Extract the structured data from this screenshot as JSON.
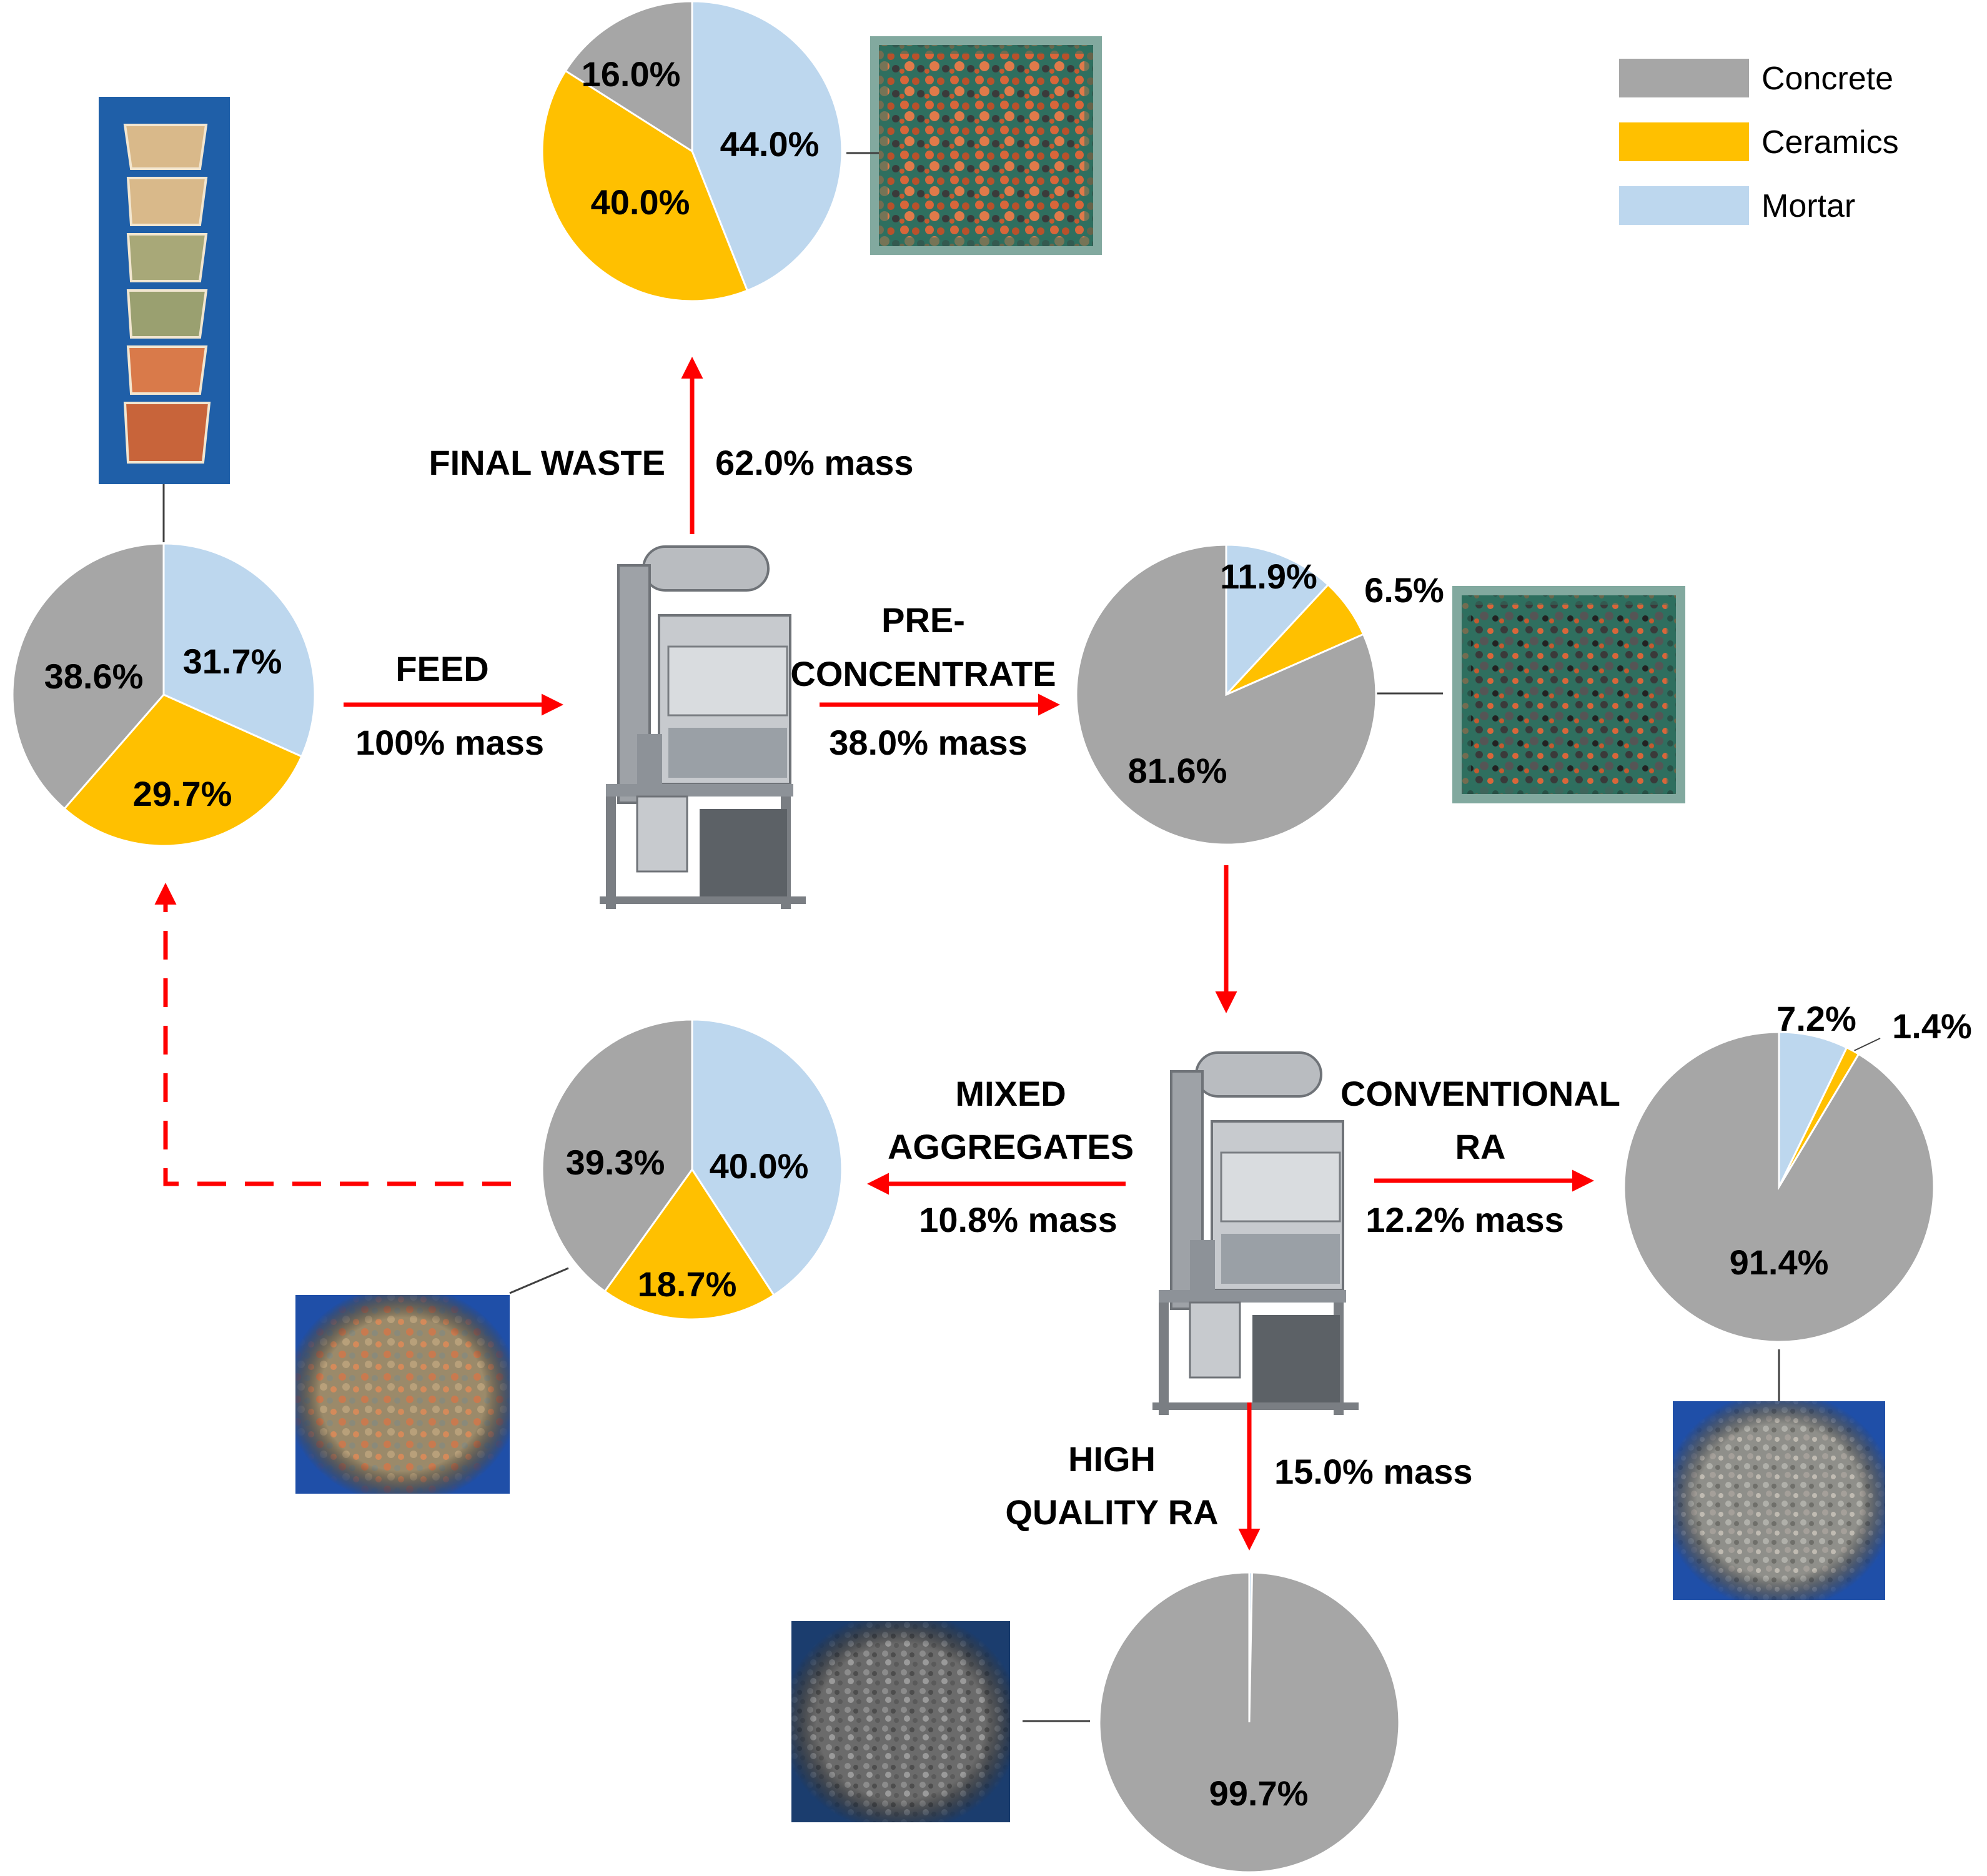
{
  "colors": {
    "concrete": "#A6A6A6",
    "ceramics": "#FFC000",
    "mortar": "#BDD7EE",
    "arrow": "#FF0000",
    "leader": "#404040"
  },
  "legend": [
    {
      "name": "Concrete",
      "color": "#A6A6A6"
    },
    {
      "name": "Ceramics",
      "color": "#FFC000"
    },
    {
      "name": "Mortar",
      "color": "#BDD7EE"
    }
  ],
  "flows": {
    "feed": {
      "title": "FEED",
      "mass": "100% mass"
    },
    "final_waste": {
      "title": "FINAL WASTE",
      "mass": "62.0% mass"
    },
    "pre_concentrate": {
      "title_line1": "PRE-",
      "title_line2": "CONCENTRATE",
      "mass": "38.0% mass"
    },
    "mixed_aggregates": {
      "title_line1": "MIXED",
      "title_line2": "AGGREGATES",
      "mass": "10.8% mass"
    },
    "conventional_ra": {
      "title_line1": "CONVENTIONAL",
      "title_line2": "RA",
      "mass": "12.2% mass"
    },
    "high_quality_ra": {
      "title_line1": "HIGH",
      "title_line2": "QUALITY RA",
      "mass": "15.0% mass"
    }
  },
  "chart_data": [
    {
      "type": "pie",
      "id": "feed",
      "slices": [
        {
          "category": "Mortar",
          "value": 31.7,
          "label": "31.7%"
        },
        {
          "category": "Ceramics",
          "value": 29.7,
          "label": "29.7%"
        },
        {
          "category": "Concrete",
          "value": 38.6,
          "label": "38.6%"
        }
      ]
    },
    {
      "type": "pie",
      "id": "final_waste",
      "slices": [
        {
          "category": "Mortar",
          "value": 44.0,
          "label": "44.0%"
        },
        {
          "category": "Ceramics",
          "value": 40.0,
          "label": "40.0%"
        },
        {
          "category": "Concrete",
          "value": 16.0,
          "label": "16.0%"
        }
      ]
    },
    {
      "type": "pie",
      "id": "pre_concentrate",
      "slices": [
        {
          "category": "Mortar",
          "value": 11.9,
          "label": "11.9%"
        },
        {
          "category": "Ceramics",
          "value": 6.5,
          "label": "6.5%"
        },
        {
          "category": "Concrete",
          "value": 81.6,
          "label": "81.6%"
        }
      ]
    },
    {
      "type": "pie",
      "id": "mixed_aggregates",
      "slices": [
        {
          "category": "Mortar",
          "value": 40.0,
          "label": "40.0%"
        },
        {
          "category": "Ceramics",
          "value": 18.7,
          "label": "18.7%"
        },
        {
          "category": "Concrete",
          "value": 39.3,
          "label": "39.3%"
        }
      ]
    },
    {
      "type": "pie",
      "id": "conventional_ra",
      "slices": [
        {
          "category": "Mortar",
          "value": 7.2,
          "label": "7.2%"
        },
        {
          "category": "Ceramics",
          "value": 1.4,
          "label": "1.4%"
        },
        {
          "category": "Concrete",
          "value": 91.4,
          "label": "91.4%"
        }
      ]
    },
    {
      "type": "pie",
      "id": "high_quality_ra",
      "slices": [
        {
          "category": "Mortar",
          "value": 0.3,
          "label": ""
        },
        {
          "category": "Ceramics",
          "value": 0.0,
          "label": ""
        },
        {
          "category": "Concrete",
          "value": 99.7,
          "label": "99.7%"
        }
      ]
    }
  ]
}
